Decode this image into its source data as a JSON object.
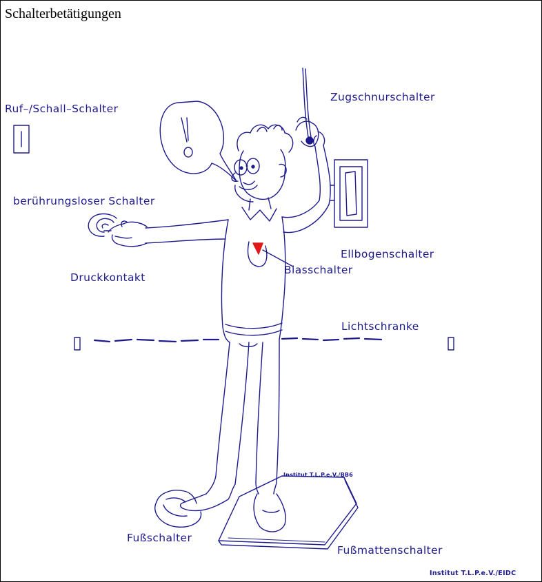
{
  "title": "Schalterbetätigungen",
  "labels": {
    "ruf_schall": "Ruf–/Schall–Schalter",
    "zugschnur": "Zugschnurschalter",
    "beruehrungslos": "berührungsloser Schalter",
    "druckkontakt": "Druckkontakt",
    "ellbogen": "Ellbogenschalter",
    "blasschalter": "Blasschalter",
    "lichtschranke": "Lichtschranke",
    "fussschalter": "Fußschalter",
    "fussmatten": "Fußmattenschalter",
    "mat_credit": "Institut T.L.P.e.V./BB6",
    "credit": "Institut T.L.P.e.V./EIDC"
  },
  "colors": {
    "line": "#1c1a8c",
    "accent": "#e01818",
    "frame": "#000000"
  }
}
